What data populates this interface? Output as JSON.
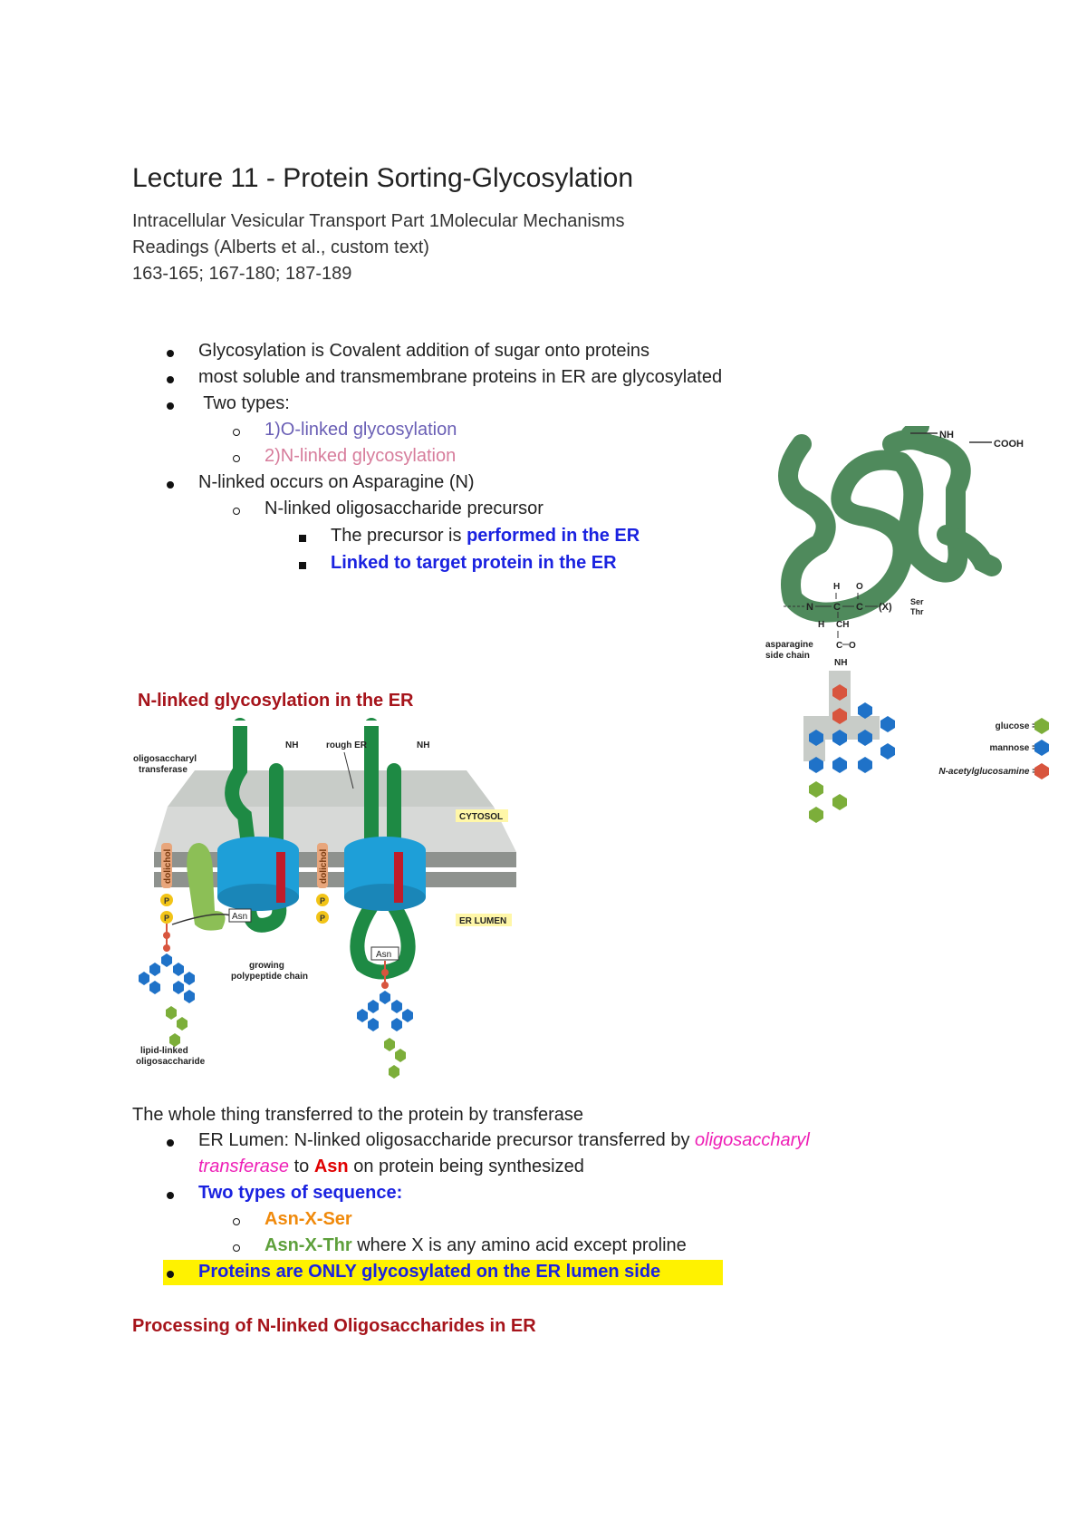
{
  "header": {
    "title": "Lecture 11 - Protein Sorting-Glycosylation",
    "subtitle1": "Intracellular Vesicular Transport Part 1Molecular Mechanisms",
    "subtitle2": "Readings (Alberts et al., custom text)",
    "subtitle3": "163-165; 167-180; 187-189"
  },
  "bullets": {
    "b1": "Glycosylation is Covalent addition of sugar onto proteins",
    "b2": "most soluble and transmembrane proteins in ER are glycosylated",
    "b3": " Two types:",
    "b3a": "1)O-linked glycosylation",
    "b3b": "2)N-linked glycosylation",
    "b4": "N-linked occurs on Asparagine (N)",
    "b4a": "N-linked oligosaccharide precursor",
    "b4a1_pre": "The precursor is ",
    "b4a1_bold": "performed in the ER",
    "b4a2": "Linked to target protein in the ER"
  },
  "section1": {
    "heading": "N-linked glycosylation in the ER",
    "transfer_text": "The whole thing transferred to the protein by transferase",
    "lumen_pre": "ER Lumen: N-linked oligosaccharide precursor transferred by ",
    "lumen_enzyme1": "oligosaccharyl",
    "lumen_enzyme2": "transferase",
    "lumen_to": " to ",
    "lumen_asn": "Asn",
    "lumen_post": " on protein being synthesized",
    "seq_heading": "Two types of sequence:",
    "seq1": "Asn-X-Ser",
    "seq2": "Asn-X-Thr",
    "seq2_post": " where X is any amino acid except proline",
    "only_1": "Proteins are ONLY ",
    "only_2": "glycosylated on the ER lumen side"
  },
  "section2": {
    "heading": "Processing of N-linked Oligosaccharides in ER"
  },
  "figure_er": {
    "label_transferase_1": "oligosaccharyl",
    "label_transferase_2": "transferase",
    "label_rough_er": "rough ER",
    "label_nh2_1": "NH",
    "label_nh2_2": "NH",
    "label_cytosol": "CYTOSOL",
    "label_lumen": "ER LUMEN",
    "label_dolichol": "dolichol",
    "label_p": "P",
    "label_asn": "Asn",
    "label_growing_1": "growing",
    "label_growing_2": "polypeptide chain",
    "label_lipid_1": "lipid-linked",
    "label_lipid_2": "oligosaccharide"
  },
  "figure_protein": {
    "label_nh2": "NH",
    "label_cooh": "COOH",
    "label_h": "H",
    "label_o": "O",
    "label_n": "N",
    "label_c": "C",
    "label_x": "(X)",
    "label_ser": "Ser",
    "label_thr": "Thr",
    "label_ch2": "CH",
    "label_asp_1": "asparagine",
    "label_asp_2": "side chain",
    "label_nh": "NH",
    "legend_glucose": "glucose =",
    "legend_mannose": "mannose =",
    "legend_nag": "N-acetylglucosamine ="
  },
  "colors": {
    "glucose": "#7cae3a",
    "mannose": "#1f72c8",
    "nag": "#d8553e",
    "protein": "#1e8a44",
    "transporter": "#1e9fd8"
  }
}
